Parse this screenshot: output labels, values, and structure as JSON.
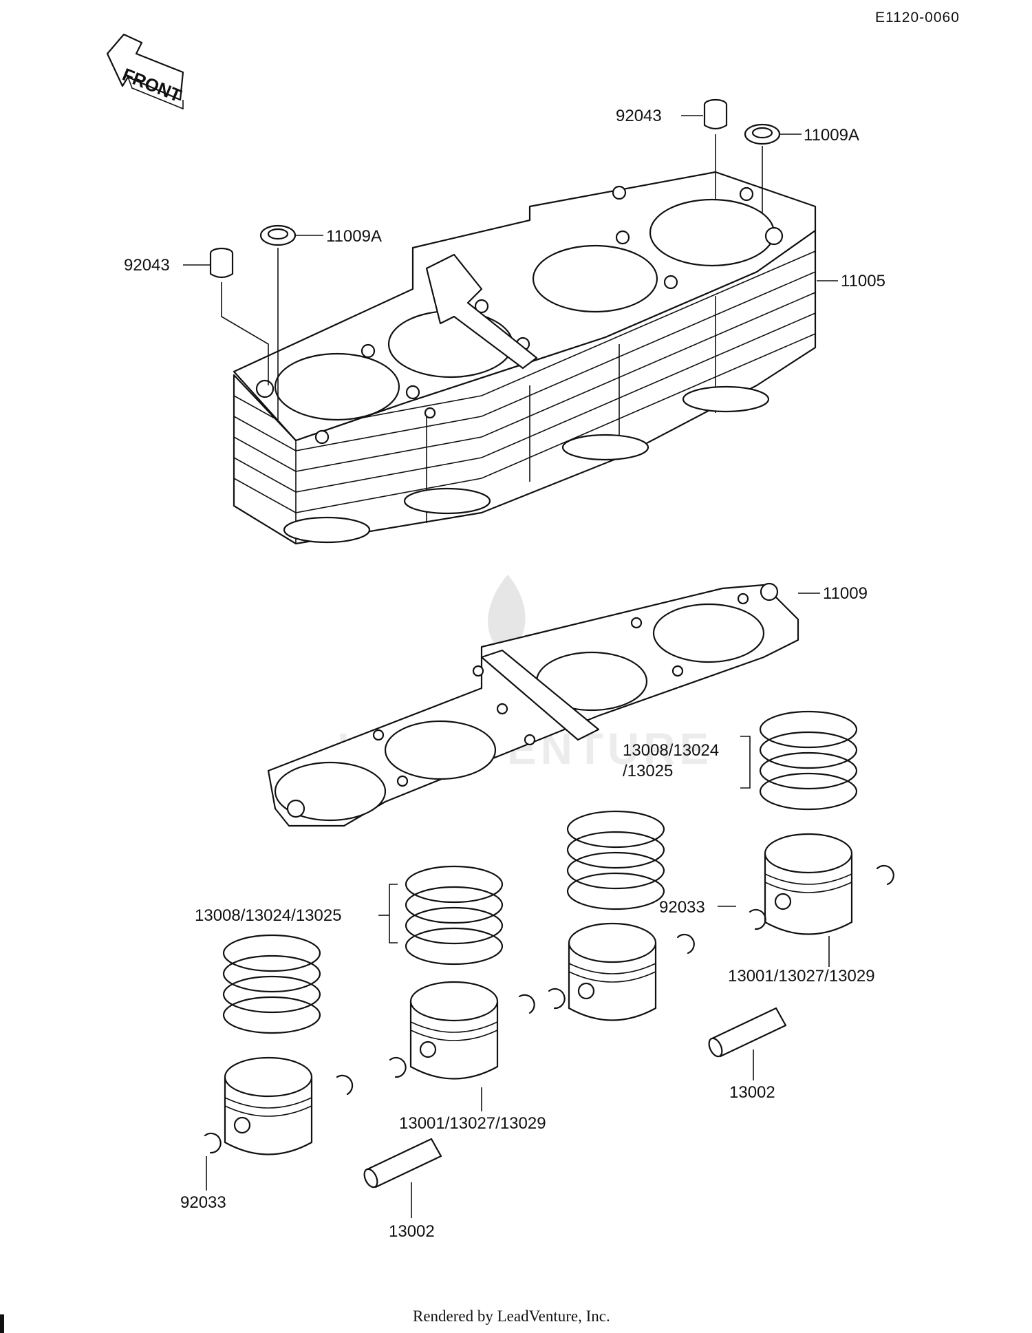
{
  "drawing_code": "E1120-0060",
  "front_label": "FRONT",
  "callouts": {
    "dowel_right": "92043",
    "oring_right": "11009A",
    "oring_left": "11009A",
    "dowel_left": "92043",
    "cylinder": "11005",
    "head_gasket": "11009",
    "rings_right": "13008/13024",
    "rings_right_2": "/13025",
    "rings_left": "13008/13024/13025",
    "circlip_right": "92033",
    "piston_right": "13001/13027/13029",
    "pin_right": "13002",
    "piston_left": "13001/13027/13029",
    "circlip_left": "92033",
    "pin_left": "13002"
  },
  "watermark": "LEADVENTURE",
  "footer": "Rendered by LeadVenture, Inc."
}
